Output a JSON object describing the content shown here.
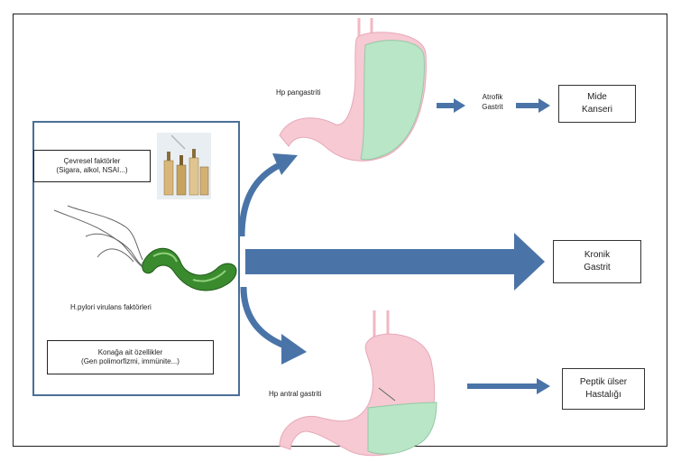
{
  "left_panel": {
    "chemical_factors": {
      "line1": "Çevresel faktörler",
      "line2": "(Sigara, alkol, NSAI...)"
    },
    "virulence_caption": "H.pylori virulans faktörleri",
    "host_factors": {
      "line1": "Konağa ait özellikler",
      "line2": "(Gen polimorfizmi, immünite...)"
    }
  },
  "branches": {
    "pangastritis_label": "Hp pangastriti",
    "atrophic": {
      "line1": "Atrofik",
      "line2": "Gastrit"
    },
    "antral_label": "Hp antral gastriti"
  },
  "outcomes": {
    "cancer": {
      "line1": "Mide",
      "line2": "Kanseri"
    },
    "chronic": {
      "line1": "Kronik",
      "line2": "Gastrit"
    },
    "ulcer": {
      "line1": "Peptik ülser",
      "line2": "Hastalığı"
    }
  },
  "colors": {
    "arrow": "#4a74a8",
    "panel_border": "#4a6f96",
    "stomach_green": "#b9e6c6",
    "stomach_pink": "#f6c9d3",
    "bacterium": "#3a8a2e"
  }
}
